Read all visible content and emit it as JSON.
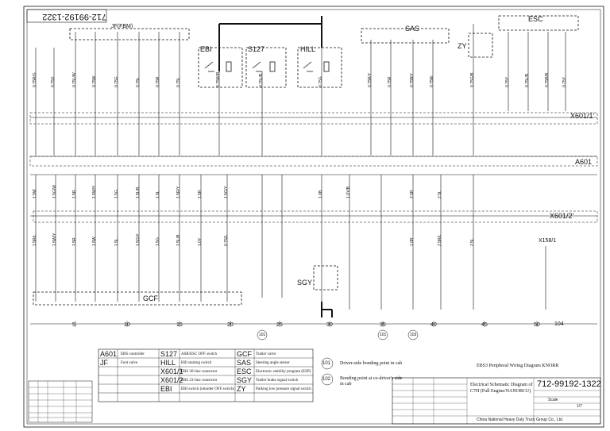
{
  "drawing_number_top": "712-99192-1322",
  "drawing_number": "712-99192-1322",
  "title": "EBS3 Peripheral Wiring Diagram KNORR",
  "subtitle": "Electrical Schematic Diagram of C7H (Full Engine/NANOBCU)",
  "company": "China National Heavy Duty Truck Group Co., Ltd.",
  "sheet": "1/7",
  "scale": "Scale",
  "ruler": [
    "5",
    "10",
    "15",
    "20",
    "25",
    "30",
    "35",
    "40",
    "45",
    "50"
  ],
  "connectors": {
    "x601_1": "X601/1'",
    "a601": "A601",
    "x601_2": "X601/2'",
    "x158": "X158/1"
  },
  "blocks": {
    "jf": "JF(FBM)",
    "ebi": "EBI",
    "s127": "S127",
    "hill": "HILL",
    "sas": "SAS",
    "zy": "ZY",
    "esc": "ESC",
    "sgy": "SGY",
    "gcf": "GCF"
  },
  "bonding": [
    {
      "id": "101",
      "text": "Driver-side bonding point in cab"
    },
    {
      "id": "102",
      "text": "Bonding point at co-driver's side in cab"
    }
  ],
  "bottom_markers": [
    "101",
    "101",
    "103",
    "104"
  ],
  "legend": [
    {
      "code": "A601",
      "desc": "EBS controller"
    },
    {
      "code": "JF",
      "desc": "Foot valve"
    },
    {
      "code": "S127",
      "desc": "ASR/ESC OFF switch"
    },
    {
      "code": "HILL",
      "desc": "Hill starting switch"
    },
    {
      "code": "X601/1",
      "desc": "EBS 36-line connector"
    },
    {
      "code": "X601/2",
      "desc": "EBS 23-line connector"
    },
    {
      "code": "EBI",
      "desc": "EBI switch (retarder OFF switch)"
    },
    {
      "code": "GCF",
      "desc": "Trailer valve"
    },
    {
      "code": "SAS",
      "desc": "Steering angle sensor"
    },
    {
      "code": "ESC",
      "desc": "Electronic stability program (ESP)"
    },
    {
      "code": "SGY",
      "desc": "Trailer brake signal switch"
    },
    {
      "code": "ZY",
      "desc": "Parking low pressure signal switch"
    }
  ],
  "top_wires": [
    "0.75R/G",
    "0.75G",
    "0.75L/W",
    "0.75W",
    "0.75G",
    "0.75L",
    "0.75R",
    "0.75L",
    "0.75W/R",
    "0.75L/B",
    "0.75G",
    "0.75R/Y",
    "0.75R",
    "0.75B/Y",
    "0.75W",
    "0.75G/B",
    "0.75Y",
    "0.75L/R",
    "0.75R/B",
    "0.75Y"
  ],
  "mid_wires": [
    "1.5W",
    "1.5G/W",
    "1.5R",
    "1.5W/Y",
    "1.5G",
    "1.5L/B",
    "1.5L",
    "1.5R/Y",
    "1.5R",
    "1.5G/Y",
    "1.0B",
    "1.0Y/B",
    "2.5R",
    "2.5L"
  ],
  "low_wires": [
    "1.5R/L",
    "1.5W/Y",
    "1.5R",
    "1.5W",
    "1.5L",
    "1.5G/Y",
    "1.5G",
    "1.5L/B",
    "1.0Y",
    "0.75G",
    "1.0R",
    "2.5R/L",
    "2.5L"
  ]
}
